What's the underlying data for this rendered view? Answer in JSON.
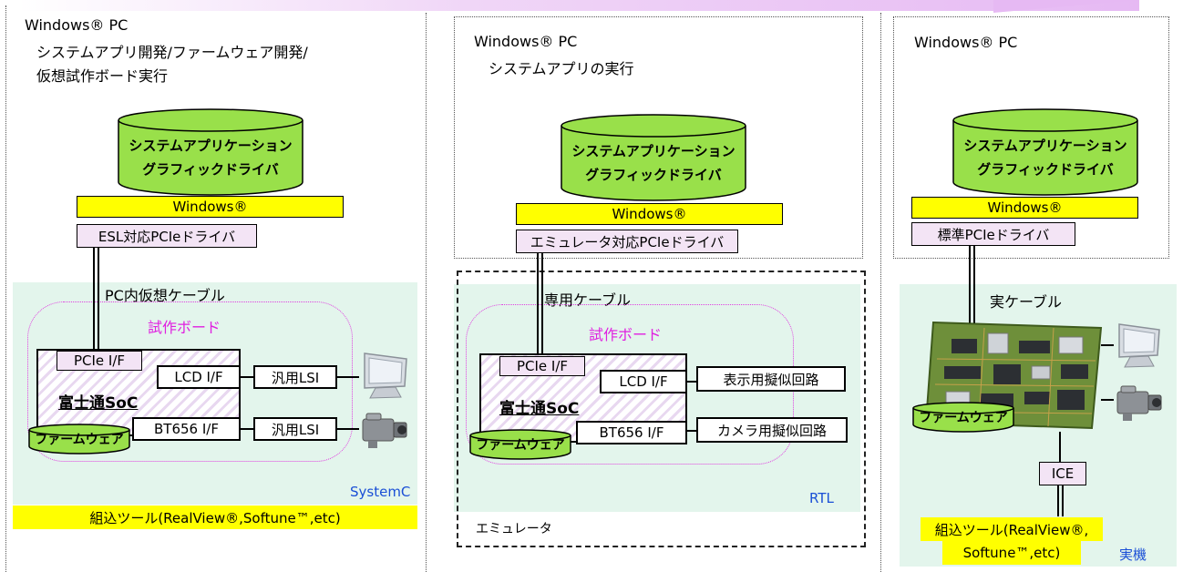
{
  "banner_color": "#e9c2f5",
  "panel_a": {
    "host_title": "Windows® PC",
    "host_sub1": "システムアプリ開発/ファームウェア開発/",
    "host_sub2": "仮想試作ボード実行",
    "app_line1": "システムアプリケーション",
    "app_line2": "グラフィックドライバ",
    "os_label": "Windows®",
    "driver_label": "ESL対応PCIeドライバ",
    "cable_label": "PC内仮想ケーブル",
    "board_label": "試作ボード",
    "pcie_label": "PCIe I/F",
    "lcd_label": "LCD I/F",
    "soc_label": "富士通SoC",
    "bt656_label": "BT656 I/F",
    "firmware_label": "ファームウェア",
    "lsi1_label": "汎用LSI",
    "lsi2_label": "汎用LSI",
    "env_tag": "SystemC",
    "tools_label": "組込ツール(RealView®,Softune™,etc)"
  },
  "panel_b": {
    "host_title": "Windows® PC",
    "host_sub1": "システムアプリの実行",
    "app_line1": "システムアプリケーション",
    "app_line2": "グラフィックドライバ",
    "os_label": "Windows®",
    "driver_label": "エミュレータ対応PCIeドライバ",
    "cable_label": "専用ケーブル",
    "board_label": "試作ボード",
    "pcie_label": "PCIe I/F",
    "lcd_label": "LCD I/F",
    "soc_label": "富士通SoC",
    "bt656_label": "BT656 I/F",
    "firmware_label": "ファームウェア",
    "disp_label": "表示用擬似回路",
    "cam_label": "カメラ用擬似回路",
    "env_tag": "RTL",
    "emulator_label": "エミュレータ"
  },
  "panel_c": {
    "host_title": "Windows® PC",
    "app_line1": "システムアプリケーション",
    "app_line2": "グラフィックドライバ",
    "os_label": "Windows®",
    "driver_label": "標準PCIeドライバ",
    "cable_label": "実ケーブル",
    "firmware_label": "ファームウェア",
    "ice_label": "ICE",
    "tools_line1": "組込ツール(RealView®,",
    "tools_line2": "Softune™,etc)",
    "env_tag": "実機"
  }
}
